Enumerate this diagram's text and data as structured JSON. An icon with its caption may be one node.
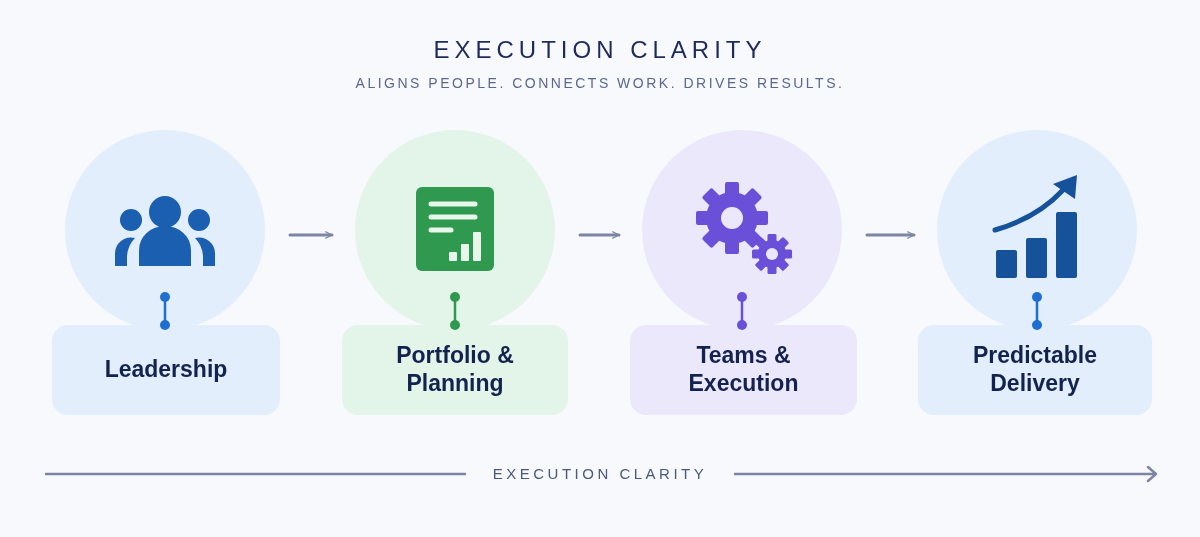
{
  "diagram": {
    "title": "EXECUTION CLARITY",
    "caption": "ALIGNS PEOPLE. CONNECTS WORK. DRIVES RESULTS.",
    "nodes": [
      {
        "text": [],
        "shape": "circle"
      },
      {
        "text": [
          "Leadership"
        ]
      },
      {
        "text": [],
        "shape": "circle"
      },
      {
        "text": [
          "Portfolio & Planning"
        ]
      },
      {
        "text": [],
        "shape": "circle"
      },
      {
        "text": [
          "Teams & Execution"
        ]
      },
      {
        "text": [],
        "shape": "circle"
      },
      {
        "text": [
          "Predictable Delivery"
        ]
      }
    ],
    "edges": [
      {
        "from": 0,
        "to": 2,
        "arrow": "to"
      },
      {
        "from": 2,
        "to": 4,
        "arrow": "to"
      },
      {
        "from": 4,
        "to": 6,
        "arrow": "to"
      },
      {
        "from": 0,
        "to": 1,
        "arrow": "other",
        "color": "#1f6fd0"
      },
      {
        "from": 2,
        "to": 3,
        "arrow": "other",
        "color": "#2f9a4f"
      },
      {
        "from": 4,
        "to": 5,
        "arrow": "other",
        "color": "#6a4fd8"
      },
      {
        "from": 6,
        "to": 7,
        "arrow": "other",
        "color": "#1f6fd0"
      }
    ],
    "labels": [
      "EXECUTION CLARITY"
    ]
  }
}
